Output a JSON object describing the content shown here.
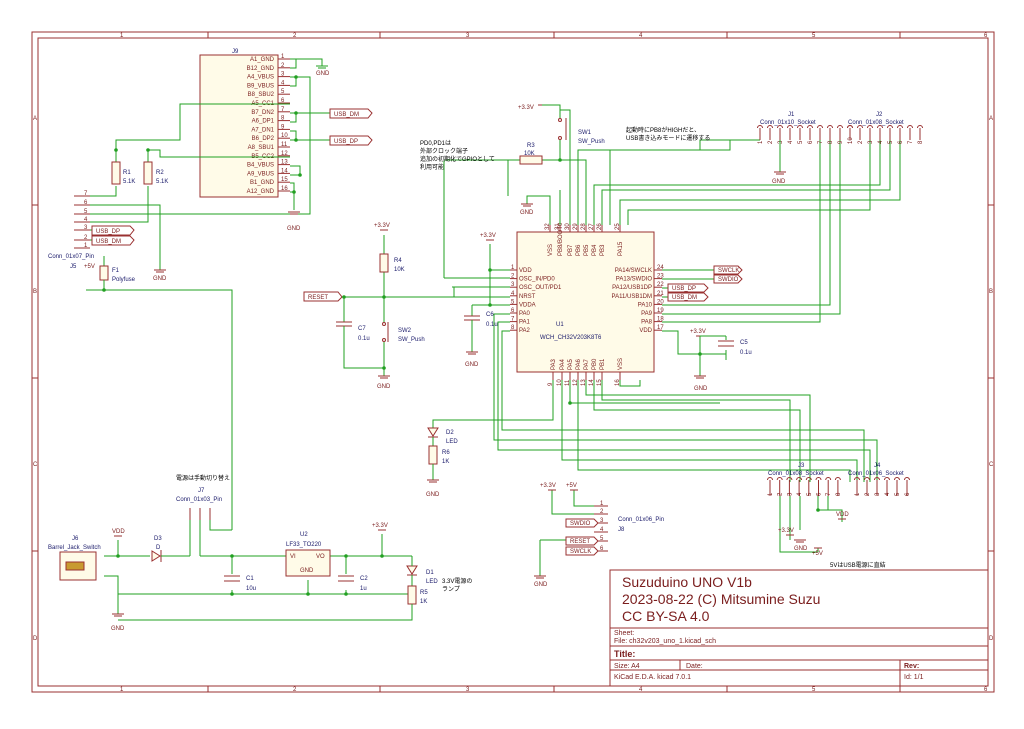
{
  "grid": {
    "cols": [
      "1",
      "2",
      "3",
      "4",
      "5",
      "6"
    ],
    "rows": [
      "A",
      "B",
      "C",
      "D"
    ]
  },
  "title_block": {
    "line1": "Suzuduino UNO V1b",
    "line2": "2023-08-22 (C) Mitsumine Suzu",
    "line3": "CC BY-SA 4.0",
    "sheet_label": "Sheet:",
    "file_label": "File: ch32v203_uno_1.kicad_sch",
    "title_label": "Title:",
    "size": "Size: A4",
    "date": "Date:",
    "rev": "Rev:",
    "tool": "KiCad E.D.A.  kicad 7.0.1",
    "id": "Id: 1/1"
  },
  "notes": {
    "pd_note": [
      "PD0,PD1は",
      "外部クロック端子",
      "追加の初期化でGPIOとして",
      "利用可能"
    ],
    "boot_note": [
      "起動時にPB8がHIGHだと、",
      "USB書き込みモードに遷移する"
    ],
    "power_switch_note": "電源は手動切り替え",
    "led_note": [
      "3.3V電源の",
      "ランプ"
    ],
    "usb_power_note": "5VはUSB電源に直結"
  },
  "J9": {
    "ref": "J9",
    "pins": [
      "A1_GND",
      "B12_GND",
      "A4_VBUS",
      "B9_VBUS",
      "B8_SBU2",
      "A5_CC1",
      "B7_DN2",
      "A6_DP1",
      "A7_DN1",
      "B6_DP2",
      "A8_SBU1",
      "B5_CC2",
      "B4_VBUS",
      "A9_VBUS",
      "B1_GND",
      "A12_GND"
    ],
    "pin_numbers": [
      "1",
      "2",
      "3",
      "4",
      "5",
      "6",
      "7",
      "8",
      "9",
      "10",
      "11",
      "12",
      "13",
      "14",
      "15",
      "16"
    ]
  },
  "U1": {
    "ref": "U1",
    "value": "WCH_CH32V203K8T6",
    "left_pins": [
      "VDD",
      "OSC_IN/PD0",
      "OSC_OUT/PD1",
      "NRST",
      "VDDA",
      "PA0",
      "PA1",
      "PA2"
    ],
    "left_nums": [
      "1",
      "2",
      "3",
      "4",
      "5",
      "6",
      "7",
      "8"
    ],
    "right_pins": [
      "PA14/SWCLK",
      "PA13/SWDIO",
      "PA12/USB1DP",
      "PA11/USB1DM",
      "PA10",
      "PA9",
      "PA8",
      "VDD"
    ],
    "right_nums": [
      "24",
      "23",
      "22",
      "21",
      "20",
      "19",
      "18",
      "17"
    ],
    "top_pins": [
      "VSS",
      "PB8/BOOT0",
      "PB7",
      "PB6",
      "PB5",
      "PB4",
      "PB3",
      "PA15"
    ],
    "top_nums": [
      "32",
      "31",
      "30",
      "29",
      "28",
      "27",
      "26",
      "25"
    ],
    "bottom_pins": [
      "PA3",
      "PA4",
      "PA5",
      "PA6",
      "PA7",
      "PB0",
      "PB1",
      "VSS"
    ],
    "bottom_nums": [
      "9",
      "10",
      "11",
      "12",
      "13",
      "14",
      "15",
      "16"
    ]
  },
  "components": {
    "R1": {
      "ref": "R1",
      "value": "5.1K"
    },
    "R2": {
      "ref": "R2",
      "value": "5.1K"
    },
    "R3": {
      "ref": "R3",
      "value": "10K"
    },
    "R4": {
      "ref": "R4",
      "value": "10K"
    },
    "R5": {
      "ref": "R5",
      "value": "1K"
    },
    "R6": {
      "ref": "R6",
      "value": "1K"
    },
    "C1": {
      "ref": "C1",
      "value": "10u"
    },
    "C2": {
      "ref": "C2",
      "value": "1u"
    },
    "C5": {
      "ref": "C5",
      "value": "0.1u"
    },
    "C6": {
      "ref": "C6",
      "value": "0.1u"
    },
    "C7": {
      "ref": "C7",
      "value": "0.1u"
    },
    "D1": {
      "ref": "D1",
      "value": "LED"
    },
    "D2": {
      "ref": "D2",
      "value": "LED"
    },
    "D3": {
      "ref": "D3",
      "value": "D"
    },
    "F1": {
      "ref": "F1",
      "value": "Polyfuse"
    },
    "SW1": {
      "ref": "SW1",
      "value": "SW_Push"
    },
    "SW2": {
      "ref": "SW2",
      "value": "SW_Push"
    },
    "U2": {
      "ref": "U2",
      "value": "LF33_TO220",
      "vi": "VI",
      "vo": "VO",
      "gnd": "GND"
    },
    "J1": {
      "ref": "J1",
      "value": "Conn_01x10_Socket"
    },
    "J2": {
      "ref": "J2",
      "value": "Conn_01x08_Socket"
    },
    "J3": {
      "ref": "J3",
      "value": "Conn_01x08_Socket"
    },
    "J4": {
      "ref": "J4",
      "value": "Conn_01x06_Socket"
    },
    "J5": {
      "ref": "J5",
      "value": "Conn_01x07_Pin"
    },
    "J6": {
      "ref": "J6",
      "value": "Barrel_Jack_Switch"
    },
    "J7": {
      "ref": "J7",
      "value": "Conn_01x03_Pin"
    },
    "J8": {
      "ref": "J8",
      "value": "Conn_01x06_Pin"
    }
  },
  "labels": {
    "usb_dm": "USB_DM",
    "usb_dp": "USB_DP",
    "swclk": "SWCLK",
    "swdio": "SWDIO",
    "reset": "RESET"
  },
  "power": {
    "v33": "+3.3V",
    "v5": "+5V",
    "vdd": "VDD",
    "gnd": "GND"
  },
  "j5_pins": [
    "7",
    "6",
    "5",
    "4",
    "3",
    "2",
    "1"
  ],
  "j1_pins": [
    "1",
    "2",
    "3",
    "4",
    "5",
    "6",
    "7",
    "8",
    "9",
    "10"
  ],
  "j2_pins": [
    "1",
    "2",
    "3",
    "4",
    "5",
    "6",
    "7",
    "8"
  ],
  "j3_pins": [
    "1",
    "2",
    "3",
    "4",
    "5",
    "6",
    "7",
    "8"
  ],
  "j4_pins": [
    "1",
    "2",
    "3",
    "4",
    "5",
    "6"
  ],
  "j8_pins": [
    "1",
    "2",
    "3",
    "4",
    "5",
    "6"
  ]
}
